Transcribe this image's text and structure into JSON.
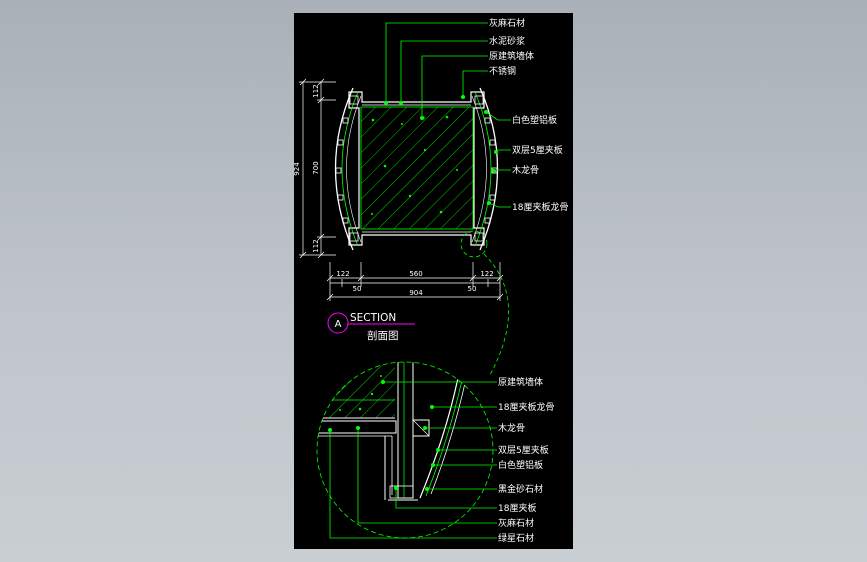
{
  "drawing": {
    "section_letter": "A",
    "section_title": "SECTION",
    "section_subtitle": "剖面图"
  },
  "labels_top": [
    "灰麻石材",
    "水泥砂浆",
    "原建筑墙体",
    "不锈钢",
    "白色塑铝板",
    "双层5厘夹板",
    "木龙骨",
    "18厘夹板龙骨"
  ],
  "labels_detail": [
    "原建筑墙体",
    "18厘夹板龙骨",
    "木龙骨",
    "双层5厘夹板",
    "白色塑铝板",
    "黑金砂石材",
    "18厘夹板",
    "灰麻石材",
    "绿星石材"
  ],
  "dimensions": {
    "vertical": [
      "112",
      "700",
      "112"
    ],
    "vertical_total": "924",
    "horizontal_upper": [
      "122",
      "560",
      "122"
    ],
    "horizontal_lower": [
      "50",
      "50"
    ],
    "horizontal_total": "904"
  },
  "colors": {
    "background": "#000000",
    "dimension_line": "#ffffff",
    "outline": "#ffffff",
    "leader": "#00ff00",
    "hatch": "#00ff00",
    "callout": "#ff00ff"
  }
}
